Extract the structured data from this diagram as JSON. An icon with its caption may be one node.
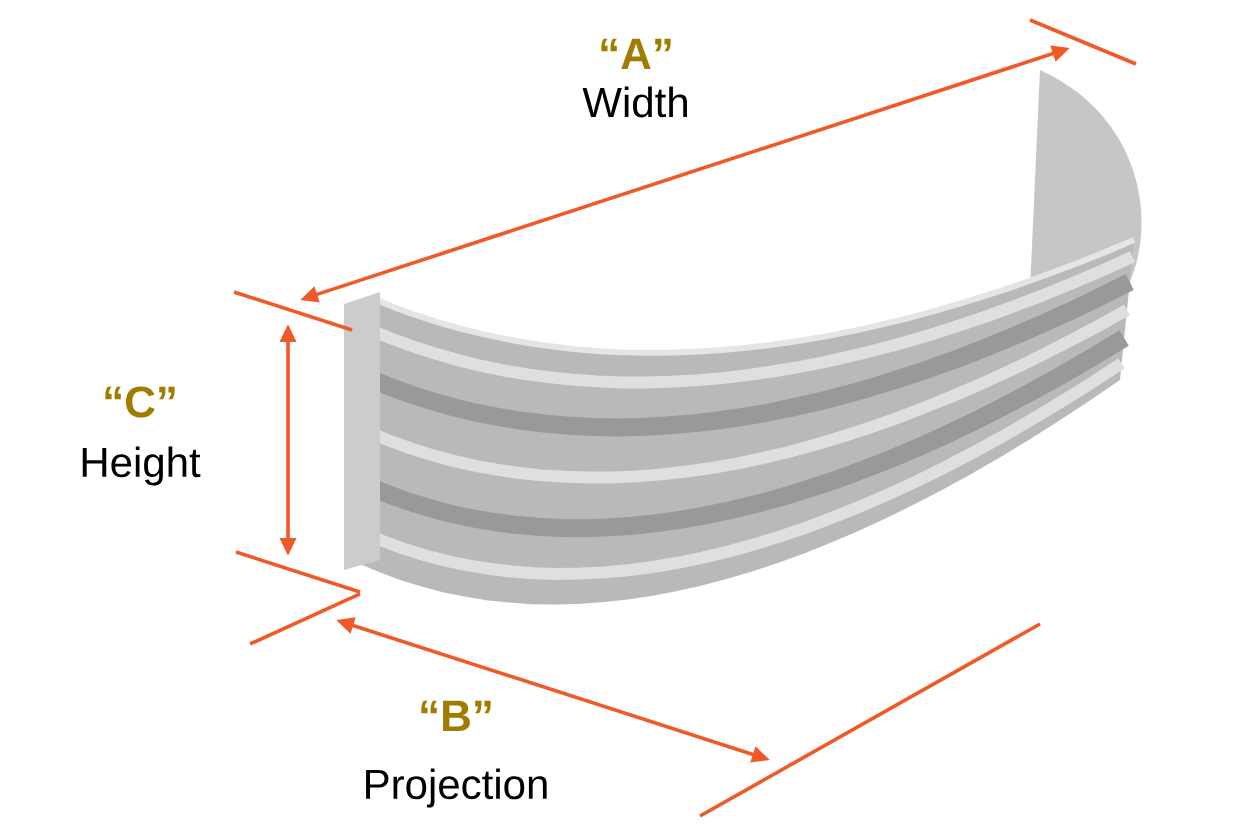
{
  "diagram": {
    "labels": [
      "“A”",
      "Width",
      "“C”",
      "Height",
      "“B”",
      "Projection"
    ]
  }
}
